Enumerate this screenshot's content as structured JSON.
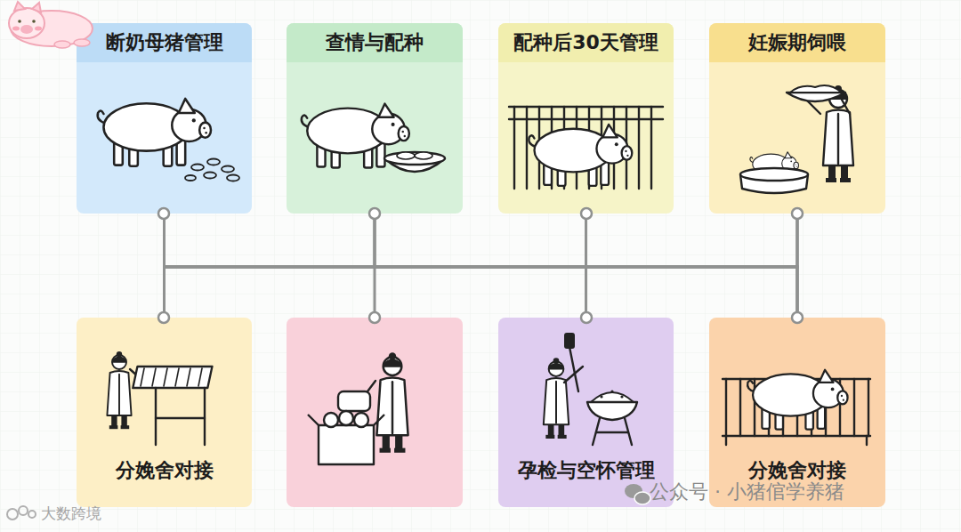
{
  "diagram": {
    "nodes": [
      {
        "text": [
          "断奶母猪管理"
        ]
      },
      {
        "text": [
          "查情与配种"
        ]
      },
      {
        "text": [
          "配种后30天管理"
        ]
      },
      {
        "text": [
          "妊娠期饲喂"
        ]
      },
      {
        "text": [
          "分娩舍对接"
        ]
      },
      {
        "text": [
          "孕检与空怀管理"
        ]
      },
      {
        "text": [
          "分娩舍对接"
        ]
      }
    ],
    "edges": [
      {
        "from": 0,
        "to": 4,
        "arrow": "none"
      },
      {
        "from": 0,
        "to": 5,
        "arrow": "none"
      },
      {
        "from": 0,
        "to": 6,
        "arrow": "none"
      },
      {
        "from": 1,
        "to": 4,
        "arrow": "none"
      },
      {
        "from": 1,
        "to": 5,
        "arrow": "none"
      },
      {
        "from": 1,
        "to": 6,
        "arrow": "none"
      },
      {
        "from": 2,
        "to": 4,
        "arrow": "none"
      },
      {
        "from": 2,
        "to": 5,
        "arrow": "none"
      },
      {
        "from": 2,
        "to": 6,
        "arrow": "none"
      },
      {
        "from": 3,
        "to": 4,
        "arrow": "none"
      },
      {
        "from": 3,
        "to": 5,
        "arrow": "none"
      },
      {
        "from": 3,
        "to": 6,
        "arrow": "none"
      }
    ],
    "labels": [
      "公众号 · 小猪倌学养猪",
      "大数跨境"
    ]
  }
}
